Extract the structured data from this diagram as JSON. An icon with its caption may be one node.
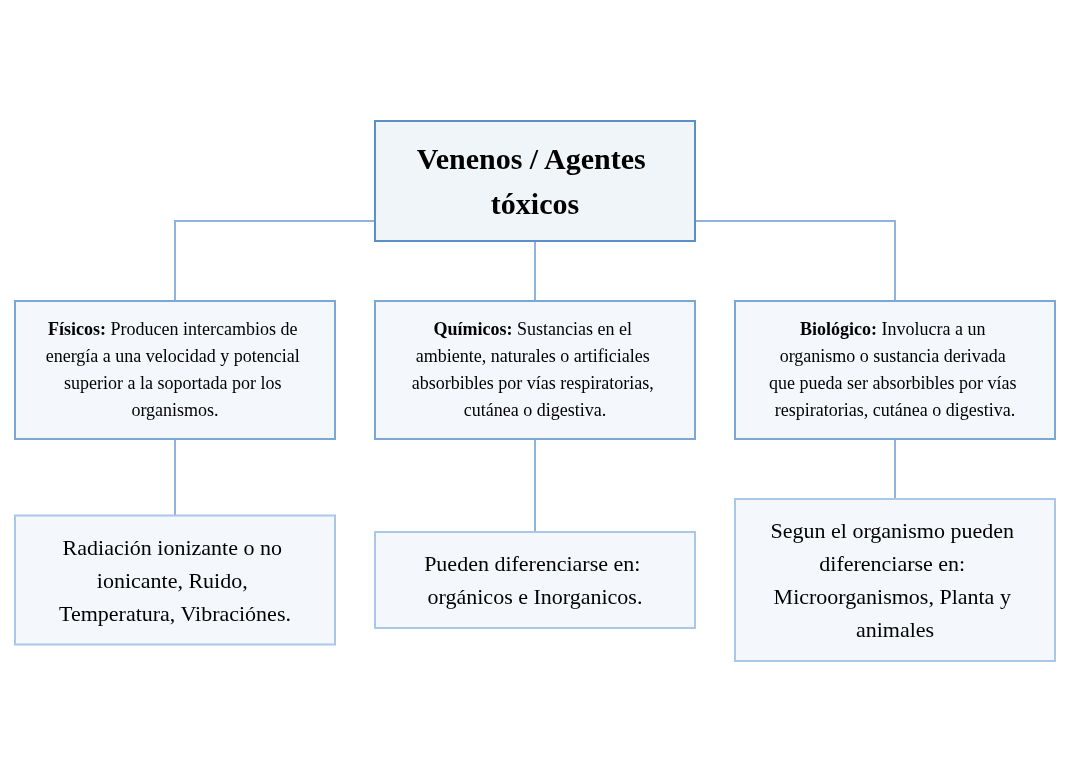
{
  "diagram": {
    "nodes": [
      {
        "text": [
          "Venenos / Agentes tóxicos"
        ]
      },
      {
        "text": [
          "Físicos:",
          "Producen intercambios de energía a una velocidad y potencial superior a la soportada por los organismos."
        ]
      },
      {
        "text": [
          "Químicos:",
          "Sustancias en el ambiente, naturales o artificiales absorbibles por vías respiratorias, cutánea o digestiva."
        ]
      },
      {
        "text": [
          "Biológico:",
          "Involucra a un organismo o sustancia derivada que pueda ser absorbibles por vías respiratorias, cutánea o digestiva."
        ]
      },
      {
        "text": [
          "Radiación ionizante o no ionicante, Ruido, Temperatura, Vibraciónes."
        ]
      },
      {
        "text": [
          "Pueden diferenciarse en: orgánicos e Inorganicos."
        ]
      },
      {
        "text": [
          "Segun el organismo pueden diferenciarse en: Microorganismos, Planta y animales"
        ]
      }
    ],
    "edges": [
      {
        "from": 0,
        "to": 1,
        "arrow": "none"
      },
      {
        "from": 0,
        "to": 2,
        "arrow": "none"
      },
      {
        "from": 0,
        "to": 3,
        "arrow": "none"
      },
      {
        "from": 1,
        "to": 4,
        "arrow": "none"
      },
      {
        "from": 2,
        "to": 5,
        "arrow": "none"
      },
      {
        "from": 3,
        "to": 6,
        "arrow": "none"
      }
    ]
  }
}
